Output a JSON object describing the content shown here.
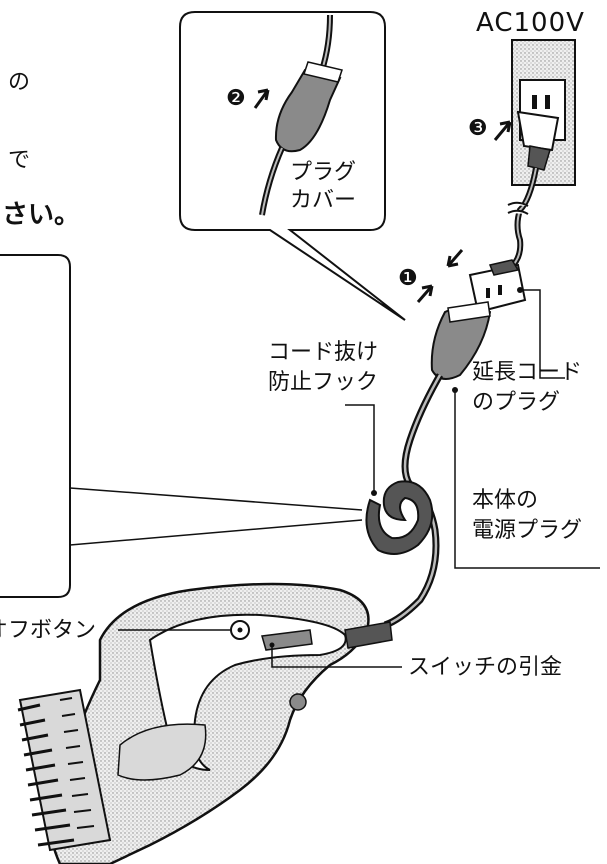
{
  "left_text": {
    "line1": "の",
    "line2": "で",
    "line3": "さい。"
  },
  "labels": {
    "power_source": "AC100V",
    "plug_cover": [
      "プラグ",
      "カバー"
    ],
    "hook": [
      "コード抜け",
      "防止フック"
    ],
    "extension_plug": [
      "延長コード",
      "のプラグ"
    ],
    "body_plug": [
      "本体の",
      "電源プラグ"
    ],
    "off_button": "オフボタン",
    "trigger": "スイッチの引金"
  },
  "steps": [
    "❶",
    "❷",
    "❸"
  ],
  "colors": {
    "line": "#111111",
    "gray_fill": "#8a8a8a",
    "light_fill": "#d9d9d9",
    "dark_fill": "#555555"
  }
}
